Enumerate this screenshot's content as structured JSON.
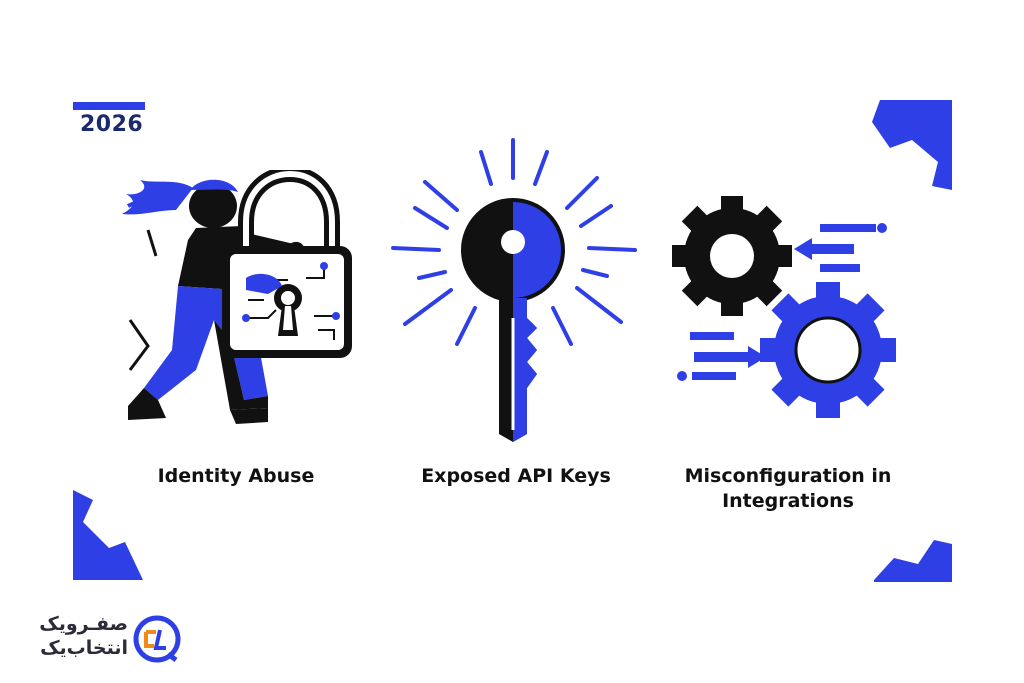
{
  "year_label": "2026",
  "captions": {
    "identity": "Identity Abuse",
    "keys": "Exposed API Keys",
    "misconfig_line1": "Misconfiguration in",
    "misconfig_line2": "Integrations"
  },
  "logo": {
    "line1": "صفـرویک",
    "line2": "انتخاب‌یک"
  },
  "colors": {
    "accent": "#2e3fe6",
    "ink": "#111111",
    "navy": "#1a2a6c"
  },
  "icons": [
    "person-with-padlock-icon",
    "key-icon",
    "gears-icon",
    "logo-mark-icon"
  ]
}
